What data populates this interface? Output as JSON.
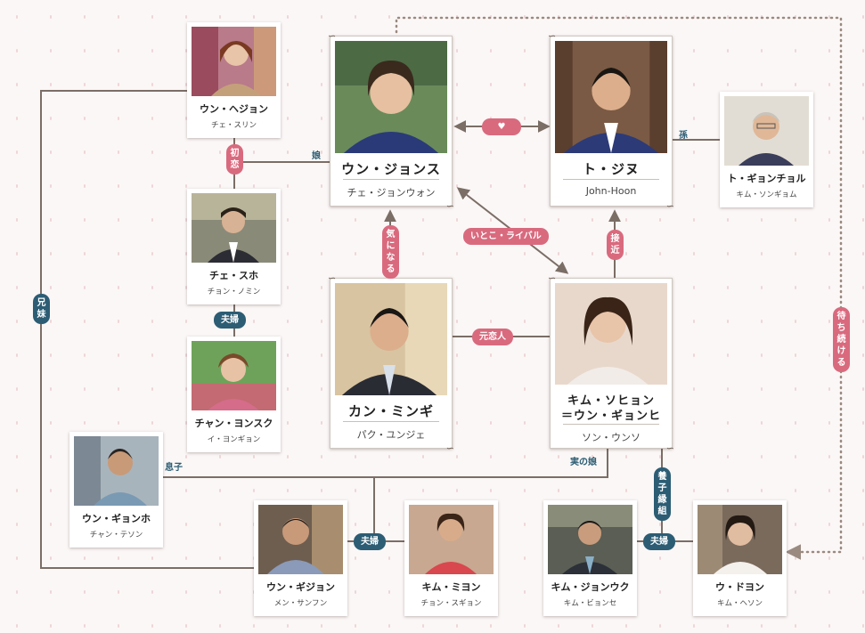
{
  "characters": {
    "un_hejon": {
      "name": "ウン・ヘジョン",
      "actor": "チェ・スリン"
    },
    "chesuho": {
      "name": "チェ・スホ",
      "actor": "チョン・ノミン"
    },
    "chanyonsuk": {
      "name": "チャン・ヨンスク",
      "actor": "イ・ヨンギョン"
    },
    "un_jonsu": {
      "name": "ウン・ジョンス",
      "actor": "チェ・ジョンウォン"
    },
    "to_jinu": {
      "name": "ト・ジヌ",
      "actor": "John-Hoon"
    },
    "to_gyonchol": {
      "name": "ト・ギョンチョル",
      "actor": "キム・ソンギョム"
    },
    "kan_mingi": {
      "name": "カン・ミンギ",
      "actor": "パク・ユンジェ"
    },
    "kim_sohyon": {
      "name_line1": "キム・ソヒョン",
      "name_line2": "＝ウン・ギョンヒ",
      "actor": "ソン・ウンソ"
    },
    "un_gyonho": {
      "name": "ウン・ギョンホ",
      "actor": "チャン・テソン"
    },
    "un_gijon": {
      "name": "ウン・ギジョン",
      "actor": "メン・サンフン"
    },
    "kim_miyon": {
      "name": "キム・ミヨン",
      "actor": "チョン・スギョン"
    },
    "kim_jonuku": {
      "name": "キム・ジョンウク",
      "actor": "キム・ビョンセ"
    },
    "u_doyon": {
      "name": "ウ・ドヨン",
      "actor": "キム・ヘソン"
    }
  },
  "relations": {
    "first_love": "初恋",
    "couple1": "夫婦",
    "couple2": "夫婦",
    "couple3": "夫婦",
    "siblings": "兄妹",
    "heart": "♥",
    "interested": "気になる",
    "cousin_rival": "いとこ・ライバル",
    "approach": "接近",
    "ex_lover": "元恋人",
    "adoption": "養子縁組",
    "waiting": "待ち続ける",
    "daughter1": "娘",
    "grandson": "孫",
    "son": "息子",
    "real_daughter": "実の娘"
  },
  "colors": {
    "pink": "#d96a7e",
    "teal": "#2c5d74",
    "line": "#7b6e66",
    "background": "#fbf7f6"
  }
}
